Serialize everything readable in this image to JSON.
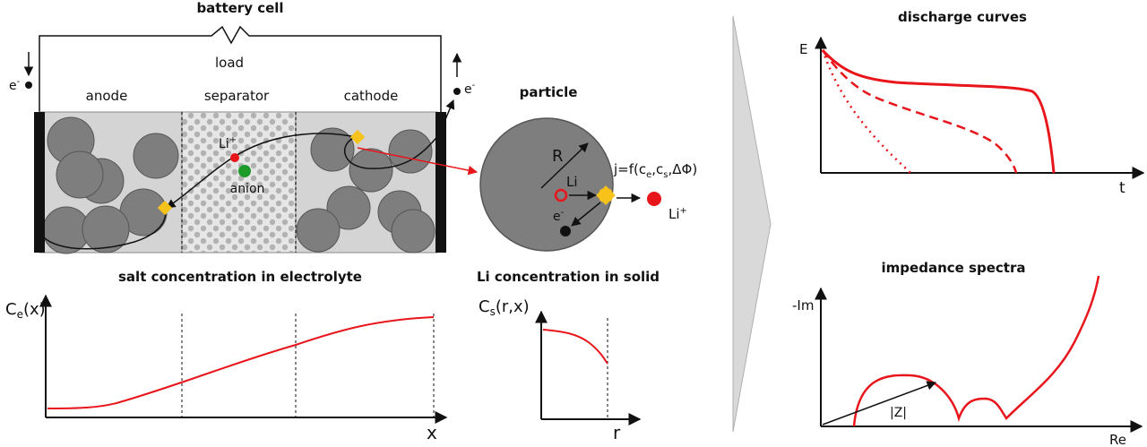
{
  "battery": {
    "title": "battery cell",
    "load": "load",
    "anode": "anode",
    "separator": "separator",
    "cathode": "cathode",
    "electron": "e",
    "electron_sup": "-",
    "li_ion": "Li",
    "li_ion_sup": "+",
    "anion": "anion"
  },
  "particle": {
    "title": "particle",
    "radius": "R",
    "li": "Li",
    "electron": "e",
    "electron_sup": "-",
    "flux_label": "j=f(c",
    "flux_sub_e": "e",
    "flux_mid": ",c",
    "flux_sub_s": "s",
    "flux_end": ",ΔΦ)",
    "li_ion": "Li",
    "li_ion_sup": "+"
  },
  "electrolyte_plot": {
    "title": "salt concentration in electrolyte",
    "ylabel_main": "C",
    "ylabel_sub": "e",
    "ylabel_arg": "(x)",
    "xlabel": "x"
  },
  "solid_plot": {
    "title": "Li concentration in solid",
    "ylabel_main": "C",
    "ylabel_sub": "s",
    "ylabel_arg": "(r,x)",
    "xlabel": "r"
  },
  "discharge_plot": {
    "title": "discharge curves",
    "ylabel": "E",
    "xlabel": "t"
  },
  "impedance_plot": {
    "title": "impedance spectra",
    "ylabel": "-Im",
    "xlabel": "Re",
    "radius_label": "|Z|"
  },
  "colors": {
    "red": "#e8151b",
    "electrode_gray": "#d4d4d4",
    "particle_gray": "#7e7e7e",
    "collector": "#111111",
    "anion_green": "#1d9a2a",
    "reaction_yellow": "#f7c21a",
    "arrow_panel": "#d9d9d9"
  }
}
